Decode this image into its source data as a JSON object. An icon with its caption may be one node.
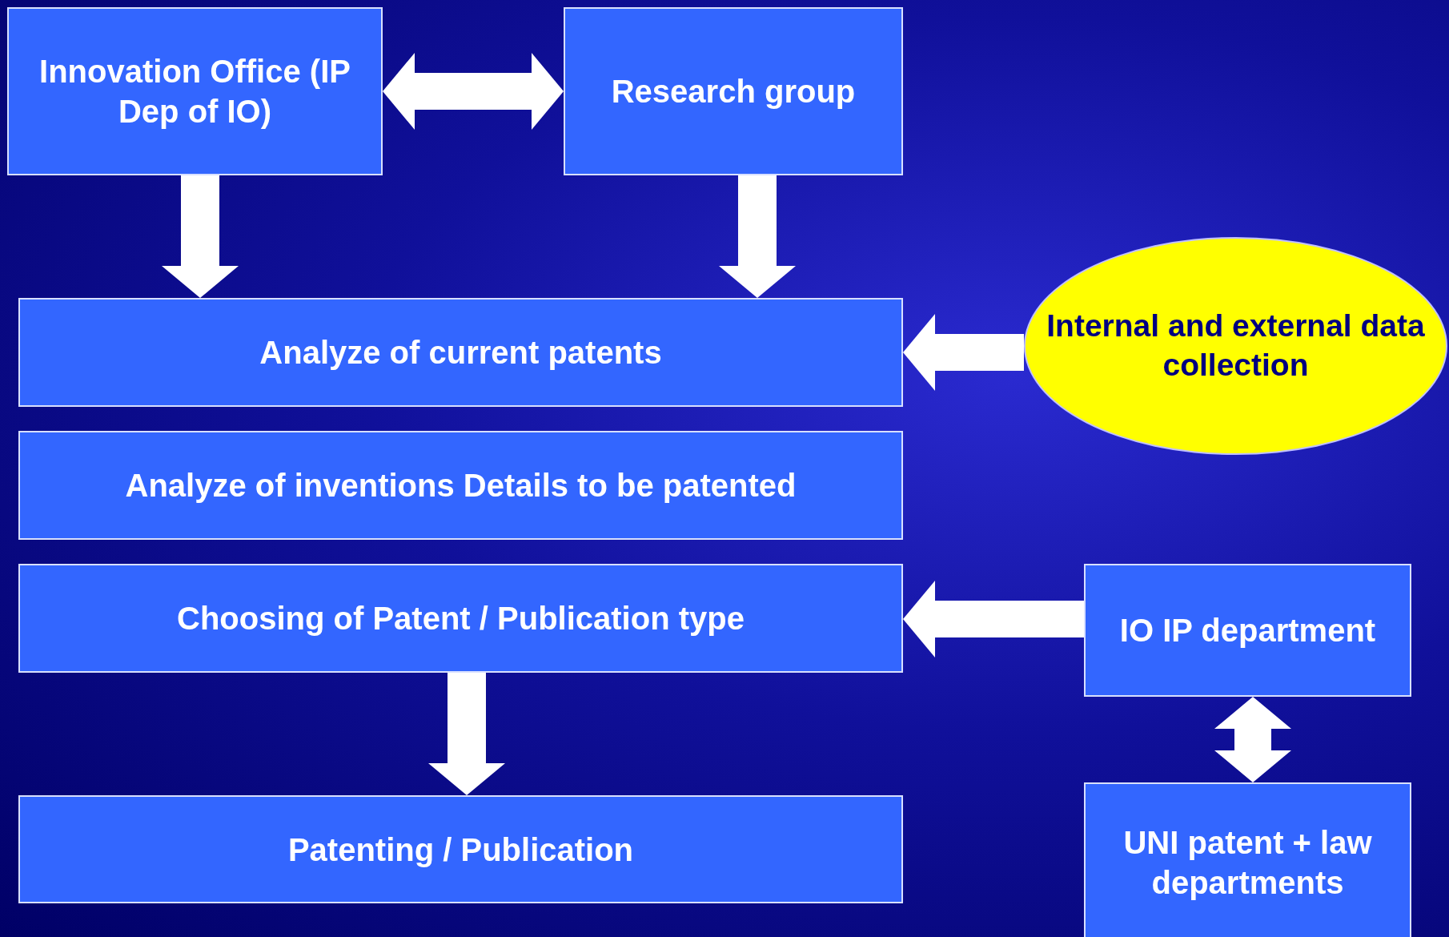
{
  "diagram": {
    "nodes": [
      {
        "text": [
          "Innovation Office (IP Dep of IO)"
        ]
      },
      {
        "text": [
          "Research group"
        ]
      },
      {
        "text": [
          "Analyze of current patents"
        ]
      },
      {
        "text": [
          "Analyze of inventions Details to be patented"
        ]
      },
      {
        "text": [
          "Choosing of Patent / Publication type"
        ]
      },
      {
        "text": [
          "Patenting / Publication"
        ]
      },
      {
        "text": [
          "Internal and external data collection"
        ]
      },
      {
        "text": [
          "IO IP department"
        ]
      },
      {
        "text": [
          "UNI patent  + law departments"
        ]
      }
    ],
    "edges": [
      {
        "from": 0,
        "to": 1,
        "arrow": "both"
      },
      {
        "from": 0,
        "to": 2,
        "arrow": "to"
      },
      {
        "from": 1,
        "to": 2,
        "arrow": "to"
      },
      {
        "from": 6,
        "to": 2,
        "arrow": "to"
      },
      {
        "from": 7,
        "to": 4,
        "arrow": "to"
      },
      {
        "from": 4,
        "to": 5,
        "arrow": "to"
      },
      {
        "from": 7,
        "to": 8,
        "arrow": "both"
      }
    ]
  }
}
